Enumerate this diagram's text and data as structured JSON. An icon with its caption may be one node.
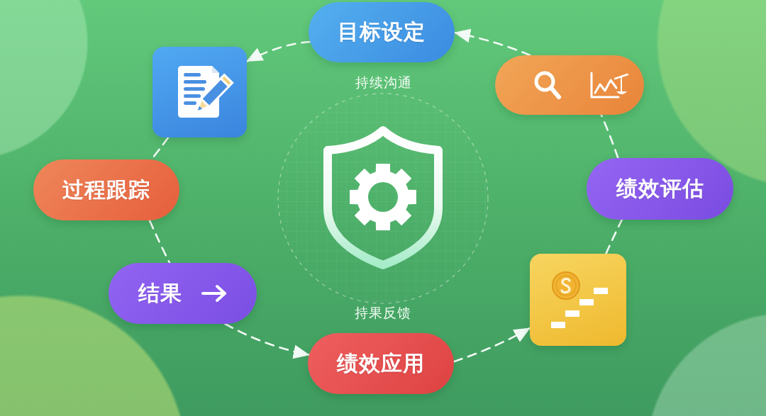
{
  "diagram": {
    "nodes": [
      {
        "text": [
          "目标设定"
        ]
      },
      {
        "text": [],
        "shape": "picture"
      },
      {
        "text": [],
        "shape": "picture"
      },
      {
        "text": [
          "过程跟踪"
        ]
      },
      {
        "text": [
          "绩效评估"
        ]
      },
      {
        "text": [
          "结果"
        ]
      },
      {
        "text": [],
        "shape": "picture"
      },
      {
        "text": [
          "绩效应用"
        ]
      }
    ],
    "edges": [
      {
        "from": 0,
        "to": 1,
        "arrow": "to"
      },
      {
        "from": 1,
        "to": 3,
        "arrow": "none"
      },
      {
        "from": 3,
        "to": 5,
        "arrow": "none"
      },
      {
        "from": 5,
        "to": 7,
        "arrow": "to"
      },
      {
        "from": 7,
        "to": 6,
        "arrow": "to"
      },
      {
        "from": 6,
        "to": 4,
        "arrow": "none"
      },
      {
        "from": 4,
        "to": 2,
        "arrow": "none"
      },
      {
        "from": 2,
        "to": 0,
        "arrow": "to"
      }
    ],
    "labels": [
      "持续沟通",
      "持果反馈"
    ]
  }
}
